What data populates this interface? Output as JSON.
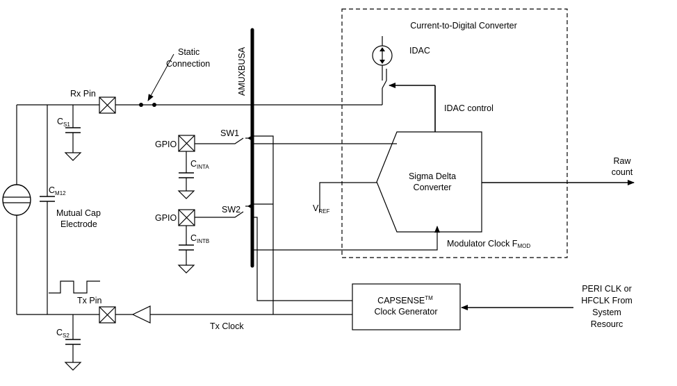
{
  "labels": {
    "static_connection": [
      "Static",
      "Connection"
    ],
    "rx_pin": "Rx Pin",
    "amuxbusa": "AMUXBUSA",
    "cdc_title": "Current-to-Digital Converter",
    "idac": "IDAC",
    "idac_control": "IDAC control",
    "sw1": "SW1",
    "sw2": "SW2",
    "gpio1": "GPIO",
    "gpio2": "GPIO",
    "cs1": {
      "main": "C",
      "sub": "S1"
    },
    "cs2": {
      "main": "C",
      "sub": "S2"
    },
    "cinta": {
      "main": "C",
      "sub": "INTA"
    },
    "cintb": {
      "main": "C",
      "sub": "INTB"
    },
    "cm12": {
      "main": "C",
      "sub": "M12"
    },
    "mutual_cap": [
      "Mutual Cap",
      "Electrode"
    ],
    "sigma_delta": [
      "Sigma Delta",
      "Converter"
    ],
    "vref": {
      "main": "V",
      "sub": "REF"
    },
    "raw_count": [
      "Raw",
      "count"
    ],
    "modulator_clock": {
      "main": "Modulator Clock F",
      "sub": "MOD"
    },
    "tx_pin": "Tx Pin",
    "tx_clock": "Tx Clock",
    "capsense_gen": {
      "line1": "CAPSENSE",
      "tm": "TM",
      "line2": "Clock Generator"
    },
    "peri_clk": [
      "PERI CLK or",
      "HFCLK  From",
      "System",
      "Resourc"
    ]
  }
}
